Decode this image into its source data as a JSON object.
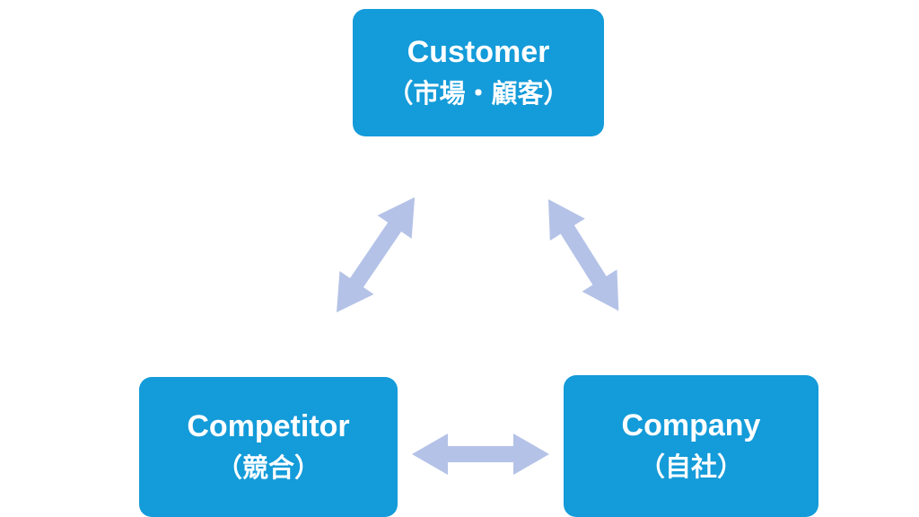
{
  "diagram": {
    "nodes": {
      "customer": {
        "label": "Customer",
        "sublabel": "（市場・顧客）"
      },
      "competitor": {
        "label": "Competitor",
        "sublabel": "（競合）"
      },
      "company": {
        "label": "Company",
        "sublabel": "（自社）"
      }
    },
    "arrows": [
      {
        "name": "customer-competitor-arrow",
        "direction": "bidirectional"
      },
      {
        "name": "customer-company-arrow",
        "direction": "bidirectional"
      },
      {
        "name": "competitor-company-arrow",
        "direction": "bidirectional"
      }
    ],
    "colors": {
      "box": "#149bd9",
      "arrow": "#b4c2e7",
      "text": "#ffffff",
      "background": "#ffffff"
    }
  }
}
